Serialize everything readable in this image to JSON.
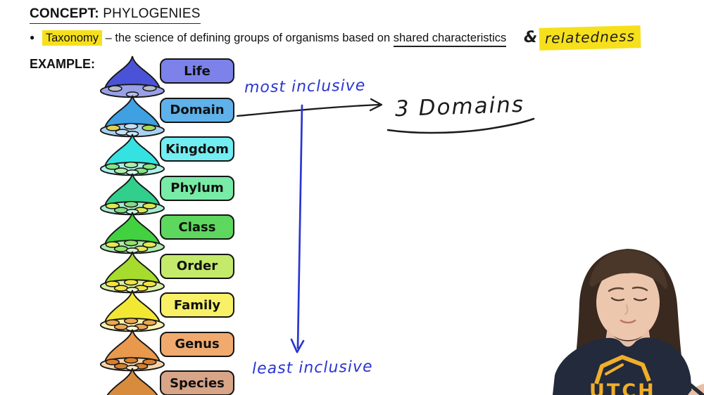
{
  "header": {
    "concept_label": "CONCEPT:",
    "concept_title": "PHYLOGENIES",
    "example_label": "EXAMPLE:"
  },
  "bullet": {
    "marker": "●",
    "term": "Taxonomy",
    "dash_text": "– the science of defining groups of organisms based on",
    "underlined_text": "shared characteristics",
    "ampersand": "&",
    "handwritten_term": "relatedness"
  },
  "diagram": {
    "levels": [
      {
        "label": "Life",
        "cap": "#4a53d8",
        "ellipse": "#98a0e8",
        "ring": "#b9bef2",
        "box": "#7c82e9",
        "eggs": [
          "#b9bcc6",
          "#b9bcc6"
        ]
      },
      {
        "label": "Domain",
        "cap": "#3fa0e2",
        "ellipse": "#a8d2f2",
        "ring": "#cfe7f9",
        "box": "#5fb1e9",
        "eggs": [
          "#e5d14e",
          "#c3e2f6",
          "#a6dc5c",
          "#c3e2f6"
        ]
      },
      {
        "label": "Kingdom",
        "cap": "#35e2e2",
        "ellipse": "#abf2ea",
        "ring": "#d2faf4",
        "box": "#72eef2",
        "eggs": [
          "#82e682",
          "#aaf0aa",
          "#82e682",
          "#aaf0aa",
          "#82e682"
        ]
      },
      {
        "label": "Phylum",
        "cap": "#31cf8b",
        "ellipse": "#a6ecd1",
        "ring": "#cef5e4",
        "box": "#78eba6",
        "eggs": [
          "#dbe94f",
          "#82dd82",
          "#dbe94f",
          "#82dd82",
          "#dbe94f"
        ]
      },
      {
        "label": "Class",
        "cap": "#41d141",
        "ellipse": "#aeebae",
        "ring": "#d2f5d2",
        "box": "#5ed75e",
        "eggs": [
          "#e4e94f",
          "#93e26c",
          "#e4e94f",
          "#93e26c",
          "#e4e94f"
        ]
      },
      {
        "label": "Order",
        "cap": "#a6dc2e",
        "ellipse": "#daf0a2",
        "ring": "#ecf8cd",
        "box": "#c3ea6b",
        "eggs": [
          "#f3e43d",
          "#f3e43d",
          "#f3e43d",
          "#f3e43d",
          "#f3e43d"
        ]
      },
      {
        "label": "Family",
        "cap": "#f2e834",
        "ellipse": "#f8f2ac",
        "ring": "#fcf8d6",
        "box": "#f8f167",
        "eggs": [
          "#eea74f",
          "#eea74f",
          "#eea74f",
          "#eea74f",
          "#eea74f"
        ]
      },
      {
        "label": "Genus",
        "cap": "#e8994d",
        "ellipse": "#f5d5ac",
        "ring": "#fae9d3",
        "box": "#f0aa6e",
        "eggs": [
          "#d8802f",
          "#d8802f",
          "#d8802f",
          "#d8802f",
          "#d8802f"
        ]
      },
      {
        "label": "Species",
        "cap": "#d98b3d",
        "ellipse": "#f0cfa5",
        "ring": "#f7e6cd",
        "box": "#d8a588",
        "eggs": [
          "#c7742c",
          "#c7742c",
          "#c7742c",
          "#c7742c",
          "#c7742c"
        ]
      }
    ]
  },
  "annotations": {
    "most_inclusive": "most inclusive",
    "least_inclusive": "least inclusive",
    "domains_note": "3 Domains",
    "ink_blue": "#2a36d0",
    "ink_black": "#1c1c1c",
    "highlight": "#f6e01c"
  },
  "webcam": {
    "shirt_text": "UTCH",
    "shirt_color": "#222a3c",
    "logo_color": "#f0ae2a",
    "hair_color": "#39291f",
    "hair_light": "#4a372a",
    "skin_color": "#ecc7ae"
  }
}
